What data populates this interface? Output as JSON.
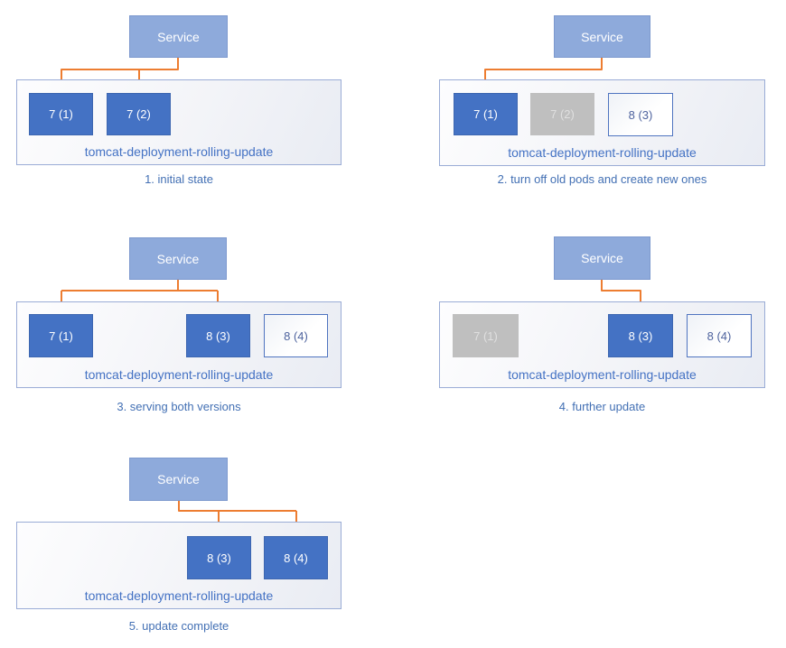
{
  "colors": {
    "pod_active_fill": "#4472C4",
    "pod_terminated_fill": "#BFBFBF",
    "pod_new_border": "#4F74C0",
    "service_fill": "#8EAADB",
    "arrow_orange": "#ED7D31",
    "label_blue": "#4472C4"
  },
  "panels": [
    {
      "caption": "1. initial state",
      "service_label": "Service",
      "container_label": "tomcat-deployment-rolling-update",
      "pods": [
        {
          "label": "7 (1)",
          "state": "active"
        },
        {
          "label": "7 (2)",
          "state": "active"
        }
      ]
    },
    {
      "caption": "2. turn off old pods and create new ones",
      "service_label": "Service",
      "container_label": "tomcat-deployment-rolling-update",
      "pods": [
        {
          "label": "7 (1)",
          "state": "active"
        },
        {
          "label": "7 (2)",
          "state": "terminated"
        },
        {
          "label": "8 (3)",
          "state": "new"
        }
      ]
    },
    {
      "caption": "3. serving both versions",
      "service_label": "Service",
      "container_label": "tomcat-deployment-rolling-update",
      "pods": [
        {
          "label": "7 (1)",
          "state": "active"
        },
        {
          "label": "8 (3)",
          "state": "active"
        },
        {
          "label": "8 (4)",
          "state": "new"
        }
      ]
    },
    {
      "caption": "4. further update",
      "service_label": "Service",
      "container_label": "tomcat-deployment-rolling-update",
      "pods": [
        {
          "label": "7 (1)",
          "state": "terminated"
        },
        {
          "label": "8 (3)",
          "state": "active"
        },
        {
          "label": "8 (4)",
          "state": "new"
        }
      ]
    },
    {
      "caption": "5. update complete",
      "service_label": "Service",
      "container_label": "tomcat-deployment-rolling-update",
      "pods": [
        {
          "label": "8 (3)",
          "state": "active"
        },
        {
          "label": "8 (4)",
          "state": "active"
        }
      ]
    }
  ]
}
